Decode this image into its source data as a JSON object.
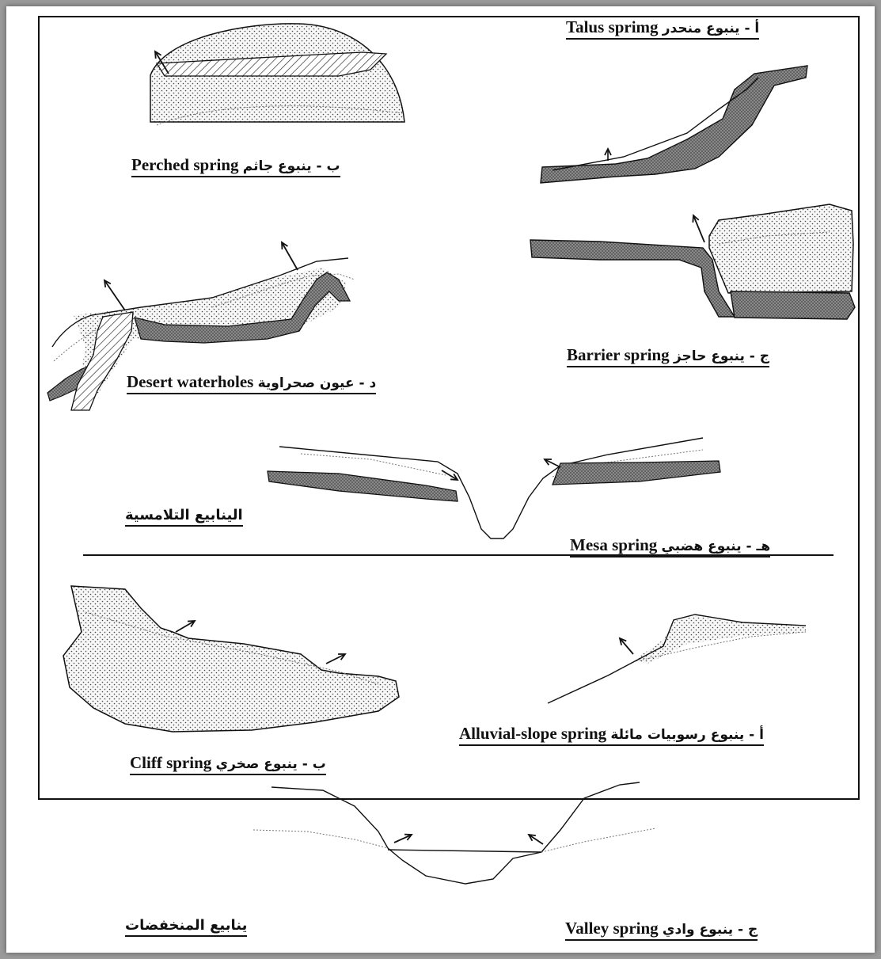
{
  "captions": {
    "talus": {
      "en": "Talus sprimg",
      "ar": "أ - ينبوع منحدر"
    },
    "perched": {
      "en": "Perched spring",
      "ar": "ب - ينبوع جاثم"
    },
    "barrier": {
      "en": "Barrier spring",
      "ar": "ج - ينبوع حاجز"
    },
    "desert": {
      "en": "Desert waterholes",
      "ar": "د - عيون صحراوية"
    },
    "mesa": {
      "en": "Mesa spring",
      "ar": "هـ - ينبوع هضبي"
    },
    "alluvial": {
      "en": "Alluvial-slope spring",
      "ar": "أ - ينبوع رسوبيات مائلة"
    },
    "cliff": {
      "en": "Cliff spring",
      "ar": "ب - ينبوع صخري"
    },
    "valley": {
      "en": "Valley spring",
      "ar": "ج - ينبوع وادي"
    }
  },
  "headings": {
    "contact": "الينابيع التلامسية",
    "depression": "ينابيع المنخفضات"
  }
}
